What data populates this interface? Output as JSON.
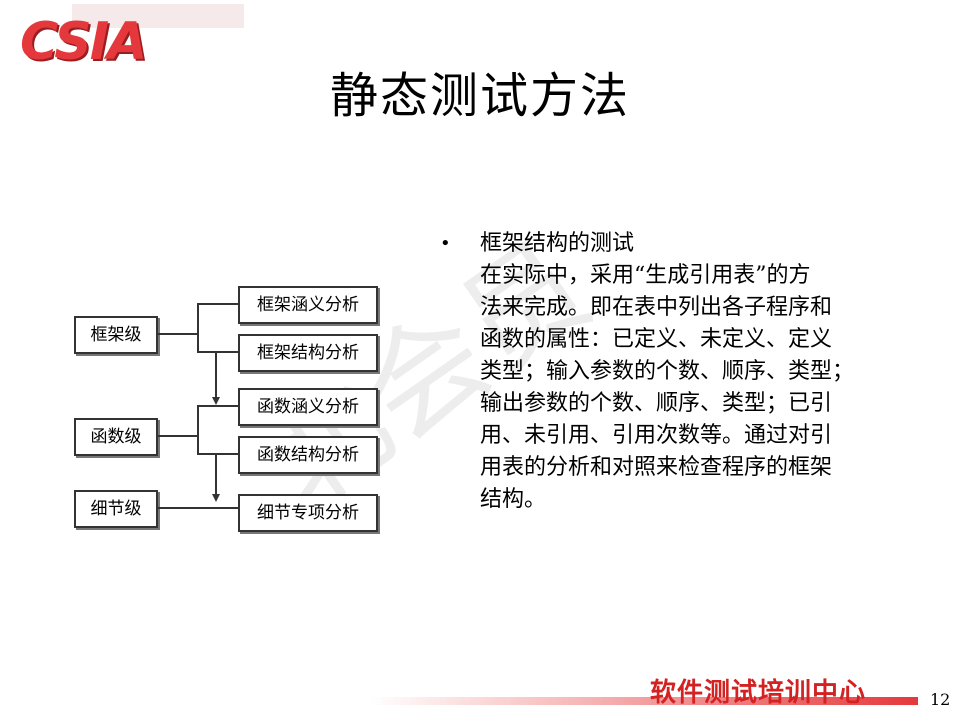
{
  "logo": {
    "text": "CSIA"
  },
  "title": "静态测试方法",
  "watermark": "北会员",
  "diagram": {
    "levels": [
      "框架级",
      "函数级",
      "细节级"
    ],
    "analyses": [
      "框架涵义分析",
      "框架结构分析",
      "函数涵义分析",
      "函数结构分析",
      "细节专项分析"
    ]
  },
  "bullet": {
    "heading": "框架结构的测试",
    "lines": [
      "在实际中，采用“生成引用表”的方",
      "法来完成。即在表中列出各子程序和",
      "函数的属性：已定义、未定义、定义",
      "类型；输入参数的个数、顺序、类型；",
      "输出参数的个数、顺序、类型；已引",
      "用、未引用、引用次数等。通过对引",
      "用表的分析和对照来检查程序的框架",
      "结构。"
    ]
  },
  "footer": {
    "text": "软件测试培训中心",
    "page": "12"
  }
}
